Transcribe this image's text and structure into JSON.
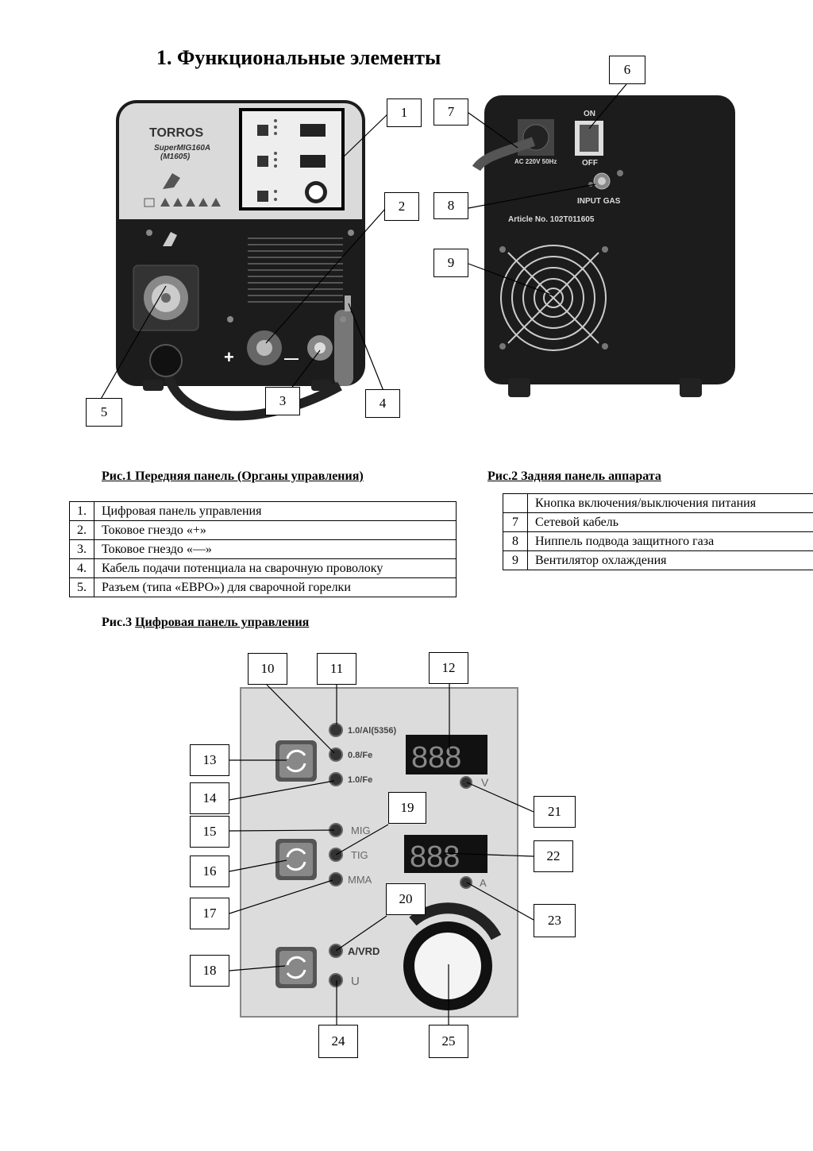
{
  "heading": "1. Функциональные элементы",
  "front_unit": {
    "brand": "TORROS",
    "model": "SuperMIG160A",
    "model_code": "(M1605)",
    "plus_sign": "+",
    "minus_sign": "—",
    "mini_labels": [
      "1.0/Al(5356)",
      "0.8/Fe",
      "1.0/Fe",
      "MIG",
      "TIG",
      "MMA",
      "A/VRD",
      "U"
    ]
  },
  "rear_unit": {
    "switch_on": "ON",
    "switch_off": "OFF",
    "mains_label": "AC 220V 50Hz",
    "gas_label": "INPUT GAS",
    "article": "Article No.  102T011605"
  },
  "captions": {
    "fig1": "Рис.1 Передняя панель (Органы управления)",
    "fig2": "Рис.2 Задняя панель аппарата",
    "fig3_prefix": "Рис.3 ",
    "fig3_title": "Цифровая панель управления"
  },
  "table1": [
    {
      "num": "1.",
      "text": "Цифровая панель управления"
    },
    {
      "num": "2.",
      "text": "Токовое гнездо «+»"
    },
    {
      "num": "3.",
      "text": "Токовое гнездо «—»"
    },
    {
      "num": "4.",
      "text": "Кабель подачи потенциала на сварочную проволоку"
    },
    {
      "num": "5.",
      "text": "Разъем (типа «ЕВРО») для сварочной горелки"
    }
  ],
  "table2": [
    {
      "num": "",
      "text": "Кнопка включения/выключения питания"
    },
    {
      "num": "7",
      "text": "Сетевой кабель"
    },
    {
      "num": "8",
      "text": "Ниппель подвода защитного газа"
    },
    {
      "num": "9",
      "text": "Вентилятор охлаждения"
    }
  ],
  "panel": {
    "led_labels": {
      "wire_al": "1.0/Al(5356)",
      "wire_fe08": "0.8/Fe",
      "wire_fe10": "1.0/Fe",
      "mig": "MIG",
      "tig": "TIG",
      "mma": "MMA",
      "vrd": "A/VRD",
      "u": "U"
    },
    "display_digits": "888",
    "unit_v": "V",
    "unit_a": "A"
  },
  "callouts": {
    "c1": "1",
    "c2": "2",
    "c3": "3",
    "c4": "4",
    "c5": "5",
    "c6": "6",
    "c7": "7",
    "c8": "8",
    "c9": "9",
    "c10": "10",
    "c11": "11",
    "c12": "12",
    "c13": "13",
    "c14": "14",
    "c15": "15",
    "c16": "16",
    "c17": "17",
    "c18": "18",
    "c19": "19",
    "c20": "20",
    "c21": "21",
    "c22": "22",
    "c23": "23",
    "c24": "24",
    "c25": "25"
  }
}
